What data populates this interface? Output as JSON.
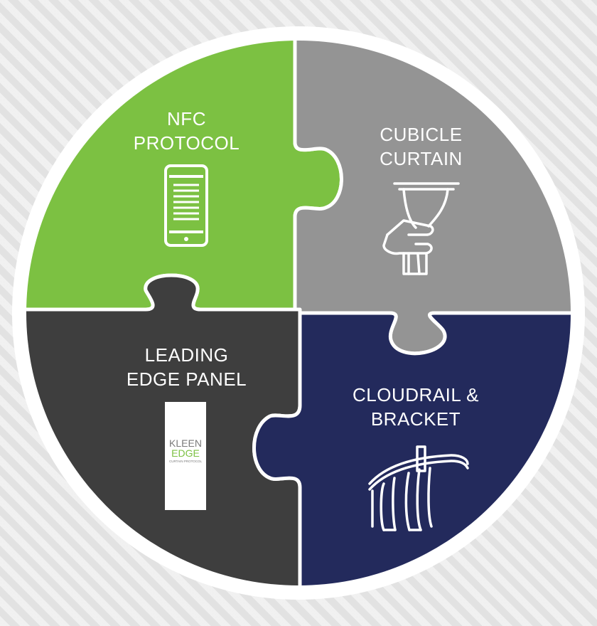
{
  "colors": {
    "nfc": "#7cc142",
    "curtain": "#949494",
    "panel": "#3e3e3e",
    "cloudrail": "#232a5c",
    "outline": "#ffffff"
  },
  "pieces": [
    {
      "id": "nfc",
      "line1": "NFC",
      "line2": "PROTOCOL",
      "icon": "smartphone-icon"
    },
    {
      "id": "curtain",
      "line1": "CUBICLE",
      "line2": "CURTAIN",
      "icon": "hand-gripping-curtain-icon"
    },
    {
      "id": "panel",
      "line1": "LEADING",
      "line2": "EDGE PANEL",
      "icon": "kleen-edge-panel-icon"
    },
    {
      "id": "cloudrail",
      "line1": "CLOUDRAIL &",
      "line2": "BRACKET",
      "icon": "curtain-rail-bracket-icon"
    }
  ],
  "logo": {
    "word1": "KLEEN",
    "word2": "EDGE",
    "tagline": "CURTAIN PROTOCOL"
  }
}
